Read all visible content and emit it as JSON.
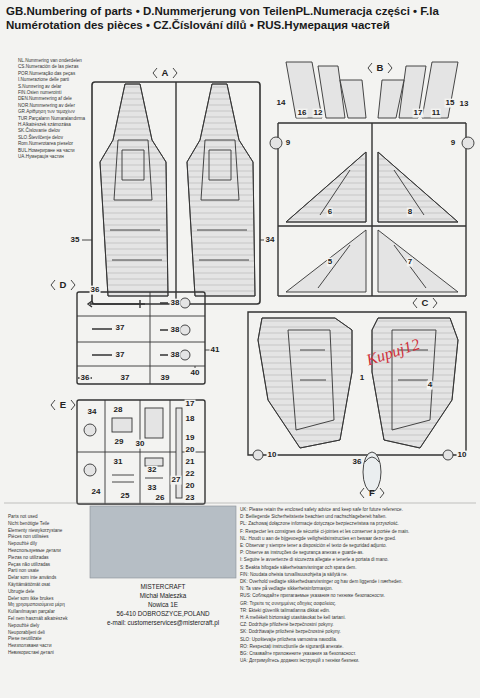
{
  "diagram": {
    "title": "GB.Numbering of parts • D.Nummerjerung von TeilenPL.Numeracja części • F.la Numérotation des pièces • CZ.Číslování dílů • RUS.Нумерация частей",
    "labels": [
      "A",
      "B",
      "C",
      "D",
      "E",
      "F",
      "35",
      "34",
      "14",
      "16",
      "12",
      "17",
      "11",
      "15",
      "13",
      "9",
      "9",
      "6",
      "8",
      "5",
      "7",
      "36",
      "38",
      "38",
      "37",
      "38",
      "37",
      "41",
      "40",
      "36",
      "37",
      "39",
      "1",
      "4",
      "10",
      "10",
      "34",
      "28",
      "17",
      "18",
      "29",
      "30",
      "31",
      "19",
      "20",
      "32",
      "33",
      "21",
      "22",
      "20",
      "23",
      "24",
      "25",
      "26",
      "27",
      "36",
      "Kupuj12",
      "NL.Nummering van onderdelen",
      "CS.Numeración de las piezas",
      "POR.Numeração das peças",
      "I.Numerazione delle parti",
      "S.Numrering av delar",
      "FIN.Osien numerointi",
      "DEN.Nummerering af dele",
      "NOR.Nummerering av deler",
      "GR.Αρίθμηση των τεμαχίων",
      "TUR.Parçaların Numaralandırma",
      "H.Alkatrészek számozása",
      "SK.Číslovanie dielov",
      "SLO.Številčenje delov",
      "Rom.Numerotarea pieselor",
      "BUL.Номериране на части",
      "UA.Нумерація частин",
      "Parts not used",
      "Nicht benötigte Teile",
      "Elementy niewykorzystane",
      "Pièces non utilisées",
      "Nepoužité díly",
      "Неиспользуемые детали",
      "Piezas no utilizadas",
      "Peças não utilizadas",
      "Parti non usate",
      "Delar som inte används",
      "Käyttämättömät osat",
      "Ubrugte dele",
      "Deler som ikke brukes",
      "Μη χρησιμοποιούμενα μέρη",
      "Kullanılmayan parçalar",
      "Fel nem használt alkatrészek",
      "Nepoužité diely",
      "Neuporabljeni deli",
      "Piese neutilizate",
      "Неизползвани части",
      "Невикористані деталі",
      "MISTERCRAFT",
      "Michał Maleszka",
      "Nowica 1E",
      "56-410 DOBROSZYCE,POLAND",
      "e-mail: customerservices@mistercraft.pl",
      "UK: Please retain the enclosed safety advice and keep safe for future reference.",
      "D: Beiliegende Sicherheitstexte beachten und nachschlagebereit halten.",
      "PL: Zachowaj dołączone informacje dotyczące bezpieczeństwa na przyszłość.",
      "F: Respecter les consignes de sécurité ci-jointes et les conserver à portée de main.",
      "NL: Houdt u aan de bijgevoegde veiligheidsinstructies en bewaar deze goed.",
      "E: Observar y siempre tener a disposición el texto de seguridad adjunto.",
      "P: Observe as instruções de segurança anexas e guarde-as.",
      "I: Seguire le avvertenze di sicurezza allegate e tenerle a portata di mano.",
      "S: Beakta bifogade säkerhetsanvisningar och spara dem.",
      "FIN: Noudata oheisia turvallisuusohjeita ja säilytä ne.",
      "DK: Overhold vedlagte sikkerhedsanvisninger og hav dem liggende i nærheden.",
      "N: Ta vare på vedlagte sikkerhetsinformasjon.",
      "RUS: Соблюдайте прилагаемые указания по технике безопасности.",
      "GR: Τηρείτε τις συνημμένες οδηγίες ασφαλείας.",
      "TR: Ekteki güvenlik talimatlarına dikkat edin.",
      "H: A mellékelt biztonsági utasításokat be kell tartani.",
      "CZ: Dodržujte přiložené bezpečnostní pokyny.",
      "SK: Dodržiavajte priložené bezpečnostné pokyny.",
      "SLO: Upoštevajte priložena varnostna navodila.",
      "RO: Respectați instrucțiunile de siguranță anexate.",
      "BG: Спазвайте приложените указания за безопасност.",
      "UA: Дотримуйтесь доданих інструкцій з техніки безпеки."
    ]
  }
}
